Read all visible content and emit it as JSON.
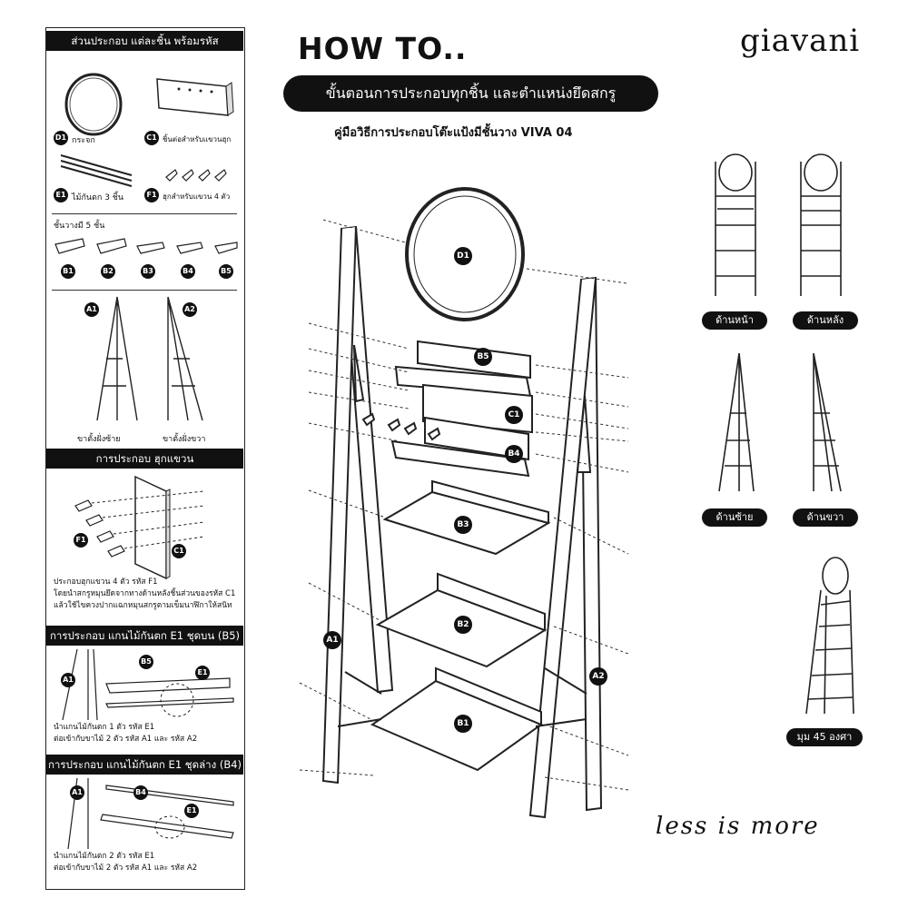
{
  "left_panel": {
    "section_parts": "ส่วนประกอบ แต่ละชิ้น พร้อมรหัส",
    "parts": [
      {
        "code": "D1",
        "label": "กระจก"
      },
      {
        "code": "C1",
        "label": "ชิ้นต่อสำหรับแขวนฮุก"
      },
      {
        "code": "E1",
        "label": "ไม้กันตก 3 ชิ้น"
      },
      {
        "code": "F1",
        "label": "ฮุกสำหรับแขวน 4 ตัว"
      }
    ],
    "shelves_title": "ชั้นวางมี 5 ชั้น",
    "shelves": [
      "B1",
      "B2",
      "B3",
      "B4",
      "B5"
    ],
    "legs": [
      {
        "code": "A1",
        "label": "ขาตั้งฝั่งซ้าย"
      },
      {
        "code": "A2",
        "label": "ขาตั้งฝั่งขวา"
      }
    ],
    "section_hooks": "การประกอบ ฮุกแขวน",
    "hooks_note": [
      "ประกอบฮุกแขวน 4 ตัว รหัส F1",
      "โดยนำสกรูหมุนยึดจากทางด้านหลังชิ้นส่วนของรหัส C1",
      "แล้วใช้ไขควงปากแฉกหมุนสกรูตามเข็มนาฬิกาให้สนิท"
    ],
    "hooks_labels": {
      "f1": "F1",
      "c1": "C1"
    },
    "section_rail_top": "การประกอบ แกนไม้กันตก E1 ชุดบน (B5)",
    "rail_top_labels": {
      "a1": "A1",
      "b5": "B5",
      "e1": "E1"
    },
    "rail_top_note": [
      "นำแกนไม้กันตก 1 ตัว รหัส E1",
      "ต่อเข้ากับขาไม้ 2 ตัว รหัส A1 และ รหัส A2"
    ],
    "section_rail_bottom": "การประกอบ แกนไม้กันตก E1 ชุดล่าง (B4)",
    "rail_bottom_labels": {
      "a1": "A1",
      "b4": "B4",
      "e1": "E1"
    },
    "rail_bottom_note": [
      "นำแกนไม้กันตก 2 ตัว รหัส E1",
      "ต่อเข้ากับขาไม้ 2 ตัว รหัส A1 และ รหัส A2"
    ]
  },
  "header": {
    "title": "HOW TO..",
    "pill": "ขั้นตอนการประกอบทุกชิ้น และตำแหน่งยึดสกรู",
    "subtitle": "คู่มือวิธีการประกอบโต๊ะแป้งมีชั้นวาง VIVA 04"
  },
  "brand": {
    "logo": "giavani",
    "tagline": "less is more"
  },
  "diagram_labels": {
    "D1": "D1",
    "B5": "B5",
    "C1": "C1",
    "B4": "B4",
    "B3": "B3",
    "B2": "B2",
    "B1": "B1",
    "A1": "A1",
    "A2": "A2"
  },
  "views": {
    "front": "ด้านหน้า",
    "back": "ด้านหลัง",
    "left": "ด้านซ้าย",
    "right": "ด้านขวา",
    "angle": "มุม 45 องศา"
  },
  "colors": {
    "ink": "#111111",
    "bg": "#ffffff"
  }
}
